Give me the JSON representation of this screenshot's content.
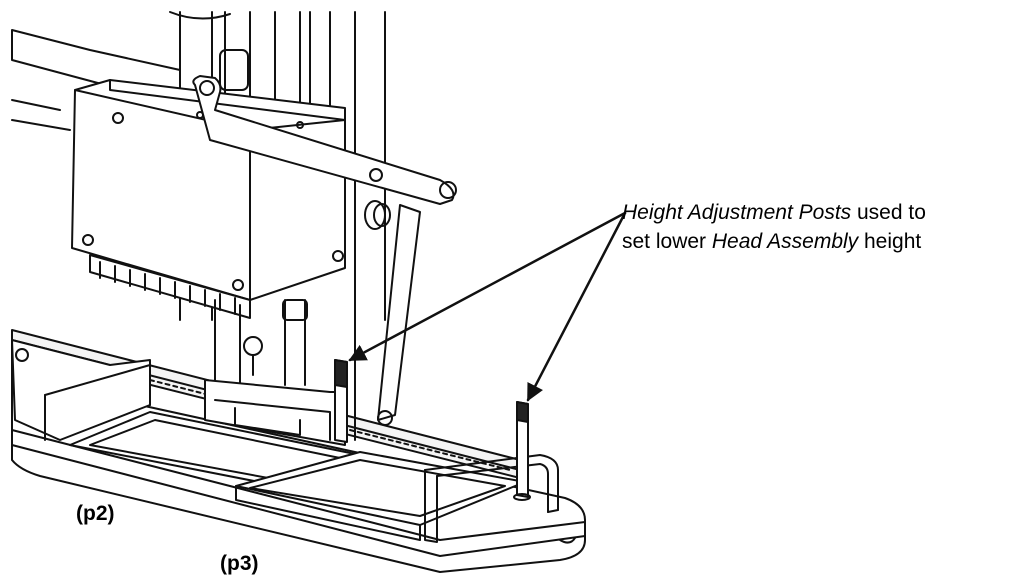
{
  "callout": {
    "line1_em": "Height Adjustment Posts",
    "line1_rest": " used to",
    "line2_pre": "set lower ",
    "line2_em": "Head Assembly",
    "line2_post": " height"
  },
  "positions": {
    "p2": "(p2)",
    "p3": "(p3)"
  }
}
